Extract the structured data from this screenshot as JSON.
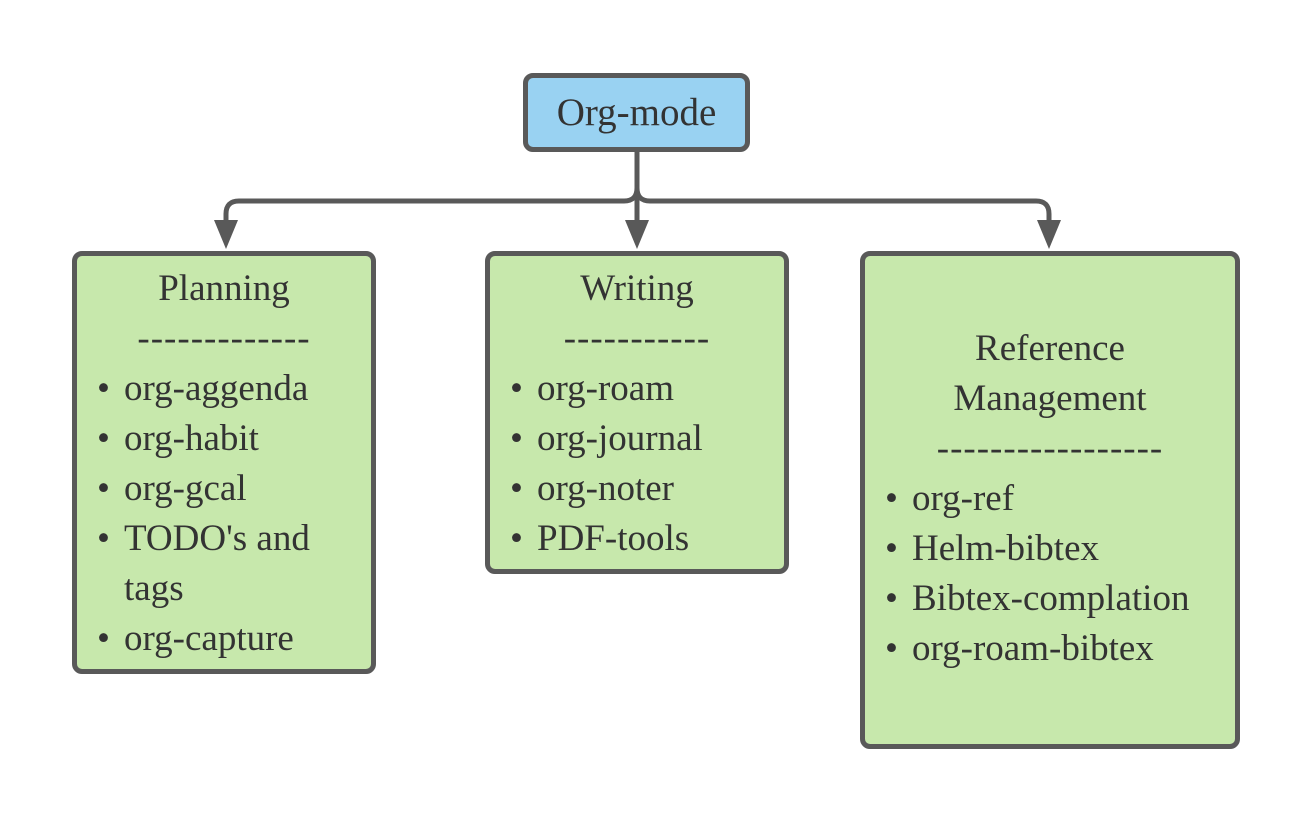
{
  "root": {
    "label": "Org-mode"
  },
  "colors": {
    "root_fill": "#99d2f2",
    "child_fill": "#c7e8ac",
    "stroke": "#595959",
    "text": "#333333"
  },
  "children": [
    {
      "heading": "Planning",
      "separator": "-------------",
      "items": [
        "org-aggenda",
        "org-habit",
        "org-gcal",
        "TODO's and tags",
        "org-capture"
      ]
    },
    {
      "heading": "Writing",
      "separator": "-----------",
      "items": [
        "org-roam",
        "org-journal",
        "org-noter",
        "PDF-tools"
      ]
    },
    {
      "heading": "Reference Management",
      "separator": "-----------------",
      "items": [
        "org-ref",
        "Helm-bibtex",
        "Bibtex-complation",
        "org-roam-bibtex"
      ]
    }
  ]
}
